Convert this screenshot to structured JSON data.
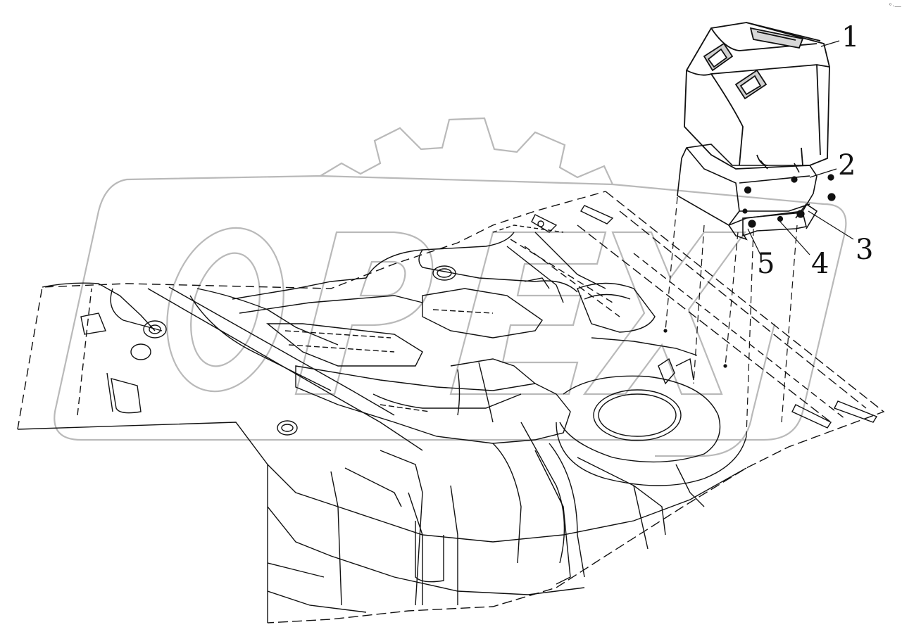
{
  "diagram": {
    "callouts": [
      {
        "label": "1"
      },
      {
        "label": "2"
      },
      {
        "label": "3"
      },
      {
        "label": "4"
      },
      {
        "label": "5"
      }
    ],
    "corner_mark": "°·—",
    "watermark_text": "OPEX",
    "colors": {
      "line": "#111111",
      "watermark": "#b9b9b9",
      "background": "#ffffff"
    }
  }
}
